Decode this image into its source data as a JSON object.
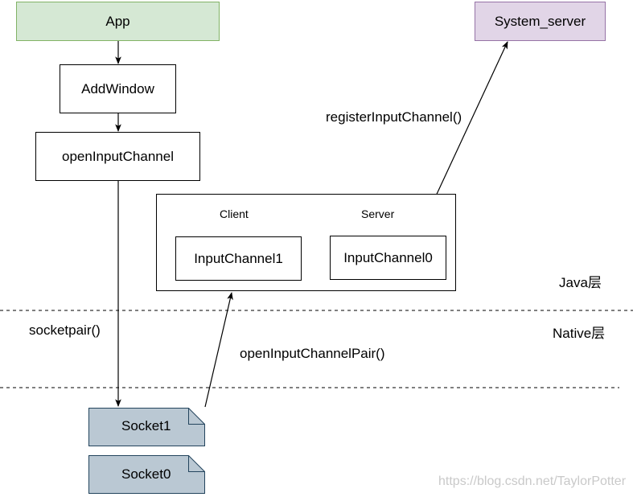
{
  "nodes": {
    "app": "App",
    "add_window": "AddWindow",
    "open_input_channel": "openInputChannel",
    "system_server": "System_server",
    "client_label": "Client",
    "server_label": "Server",
    "input_channel1": "InputChannel1",
    "input_channel0": "InputChannel0",
    "socket1": "Socket1",
    "socket0": "Socket0"
  },
  "labels": {
    "register_input_channel": "registerInputChannel()",
    "java_layer": "Java层",
    "native_layer": "Native层",
    "socketpair": "socketpair()",
    "open_input_channel_pair": "openInputChannelPair()"
  },
  "watermark": "https://blog.csdn.net/TaylorPotter",
  "colors": {
    "app_fill": "#d5e8d4",
    "app_border": "#82b366",
    "system_server_fill": "#e1d5e7",
    "system_server_border": "#9673a6",
    "socket_fill": "#bac8d3",
    "socket_border": "#23445d"
  }
}
